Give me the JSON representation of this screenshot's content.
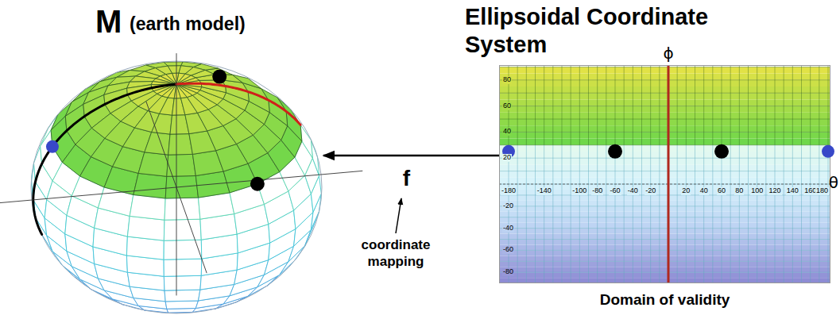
{
  "diagram": {
    "nodes": [
      {
        "text": [
          "M",
          "(earth model)"
        ]
      },
      {
        "text": [
          "Ellipsoidal Coordinate System",
          "Domain of validity"
        ]
      }
    ],
    "edges": [
      {
        "from": 1,
        "to": 0,
        "arrow": "to",
        "label": "f"
      }
    ],
    "labels": [
      "ϕ",
      "θ",
      "80",
      "60",
      "40",
      "20",
      "-20",
      "-40",
      "-60",
      "-80",
      "-180",
      "-140",
      "-100",
      "-80",
      "-60",
      "-40",
      "-20",
      "20",
      "40",
      "60",
      "80",
      "100",
      "120",
      "140",
      "160",
      "180",
      "coordinate mapping"
    ]
  }
}
